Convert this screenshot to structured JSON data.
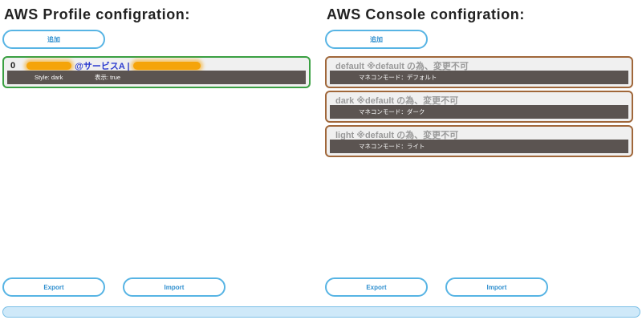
{
  "profile": {
    "title": "AWS Profile configration:",
    "add_label": "追加",
    "export_label": "Export",
    "import_label": "Import",
    "items": [
      {
        "index": "0",
        "name": "@サービスA |",
        "style_text": "Style: dark",
        "visible_text": "表示: true"
      }
    ]
  },
  "console": {
    "title": "AWS Console configration:",
    "add_label": "追加",
    "export_label": "Export",
    "import_label": "Import",
    "items": [
      {
        "header": "default ※default の為、変更不可",
        "mode_text": "マネコンモード：デフォルト"
      },
      {
        "header": "dark ※default の為、変更不可",
        "mode_text": "マネコンモード：ダーク"
      },
      {
        "header": "light ※default の為、変更不可",
        "mode_text": "マネコンモード：ライト"
      }
    ]
  },
  "colors": {
    "button_border": "#57b4e4",
    "profile_card_border": "#3aa042",
    "console_card_border": "#a0673a",
    "detail_bar": "#5b5451",
    "redaction": "#f5a40a",
    "profile_name": "#2b3bcf"
  }
}
